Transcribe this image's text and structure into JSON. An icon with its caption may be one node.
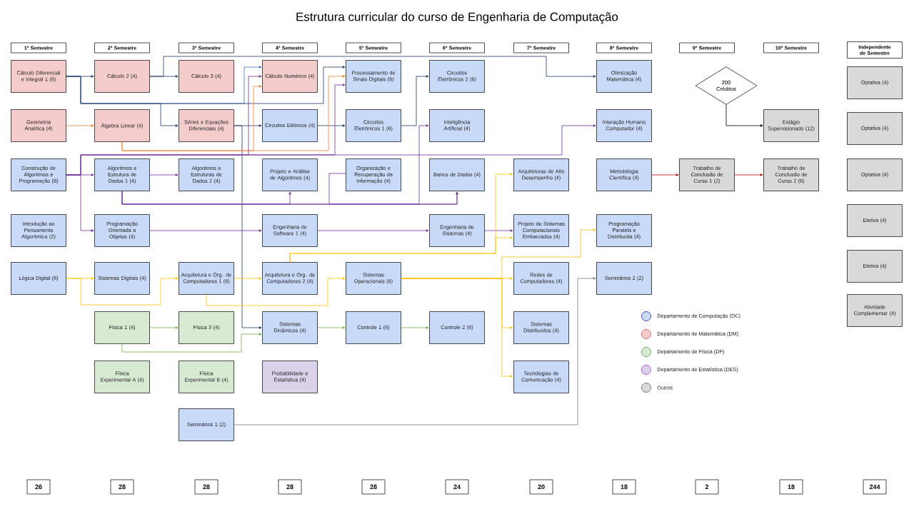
{
  "diagram": {
    "title": "Estrutura curricular do curso de Engenharia de Computação",
    "nodes": [
      {
        "text": [
          "1º Semestre"
        ]
      },
      {
        "text": [
          "2º Semestre"
        ]
      },
      {
        "text": [
          "3º Semestre"
        ]
      },
      {
        "text": [
          "4º Semestre"
        ]
      },
      {
        "text": [
          "5º Semestre"
        ]
      },
      {
        "text": [
          "6º Semestre"
        ]
      },
      {
        "text": [
          "7º Semestre"
        ]
      },
      {
        "text": [
          "8º Semestre"
        ]
      },
      {
        "text": [
          "9º Semestre"
        ]
      },
      {
        "text": [
          "10º Semestre"
        ]
      },
      {
        "text": [
          "Independente de Semestre"
        ]
      },
      {
        "text": [
          "Cálculo Diferencial e Integral 1 (6)"
        ]
      },
      {
        "text": [
          "Geometria Analítica (4)"
        ]
      },
      {
        "text": [
          "Construção de Algoritmos e Programação (8)"
        ]
      },
      {
        "text": [
          "Introdução ao Pensamento Algorítmico (2)"
        ]
      },
      {
        "text": [
          "Lógica Digital (6)"
        ]
      },
      {
        "text": [
          "Cálculo 2 (4)"
        ]
      },
      {
        "text": [
          "Álgebra Linear (4)"
        ]
      },
      {
        "text": [
          "Algoritmos e Estrutura de Dados 1 (4)"
        ]
      },
      {
        "text": [
          "Programação Orientada a Objetos (4)"
        ]
      },
      {
        "text": [
          "Sistemas Digitais (4)"
        ]
      },
      {
        "text": [
          "Física 1 (4)"
        ]
      },
      {
        "text": [
          "Física Experimental A (4)"
        ]
      },
      {
        "text": [
          "Cálculo 3 (4)"
        ]
      },
      {
        "text": [
          "Séries e Equações Diferenciais (4)"
        ]
      },
      {
        "text": [
          "Algoritmos e Estruturas de Dados 2 (4)"
        ]
      },
      {
        "text": [
          "Arquitetura e Org. de Computadores 1 (6)"
        ]
      },
      {
        "text": [
          "Física 3 (4)"
        ]
      },
      {
        "text": [
          "Física Experimental B (4)"
        ]
      },
      {
        "text": [
          "Seminários 1 (2)"
        ]
      },
      {
        "text": [
          "Cálculo Numérico (4)"
        ]
      },
      {
        "text": [
          "Circuitos Elétricos (4)"
        ]
      },
      {
        "text": [
          "Projeto e Análise de Algoritmos (4)"
        ]
      },
      {
        "text": [
          "Engenharia de Software 1 (4)"
        ]
      },
      {
        "text": [
          "Arquitetura e Org. de Computadores 2 (4)"
        ]
      },
      {
        "text": [
          "Sistemas Dinâmicos (4)"
        ]
      },
      {
        "text": [
          "Probabilidade e Estatística (4)"
        ]
      },
      {
        "text": [
          "Processamento de Sinais Digitais (6)"
        ]
      },
      {
        "text": [
          "Circuitos Eletrônicos 1 (6)"
        ]
      },
      {
        "text": [
          "Organização e Recuperação da Informação (4)"
        ]
      },
      {
        "text": [
          "Sistemas Operacionais (6)"
        ]
      },
      {
        "text": [
          "Controle 1 (6)"
        ]
      },
      {
        "text": [
          "Circuitos Eletrônicos 2 (6)"
        ]
      },
      {
        "text": [
          "Inteligência Artificial (4)"
        ]
      },
      {
        "text": [
          "Banco de Dados (4)"
        ]
      },
      {
        "text": [
          "Engenharia de Sistemas (4)"
        ]
      },
      {
        "text": [
          "Controle 2 (6)"
        ]
      },
      {
        "text": [
          "Arquiteturas de Alto Desempenho (4)"
        ]
      },
      {
        "text": [
          "Projeto de Sistemas Computacionais Embarcados (4)"
        ]
      },
      {
        "text": [
          "Redes de Computadores (4)"
        ]
      },
      {
        "text": [
          "Sistemas Distribuídos (4)"
        ]
      },
      {
        "text": [
          "Tecnologias de Comunicação (4)"
        ]
      },
      {
        "text": [
          "Otimização Matemática (4)"
        ]
      },
      {
        "text": [
          "Interação Humano Computador (4)"
        ]
      },
      {
        "text": [
          "Metodologia Científica (4)"
        ]
      },
      {
        "text": [
          "Programação Paralela e Distribuída (4)"
        ]
      },
      {
        "text": [
          "Seminários 2 (2)"
        ]
      },
      {
        "text": [
          "200 Créditos"
        ]
      },
      {
        "text": [
          "Trabalho de Conclusão de Curso 1 (2)"
        ]
      },
      {
        "text": [
          "Estágio Supervisionado (12)"
        ]
      },
      {
        "text": [
          "Trabalho de Conclusão de Curso 2 (6)"
        ]
      },
      {
        "text": [
          "Optativa (4)"
        ]
      },
      {
        "text": [
          "Optativa (4)"
        ]
      },
      {
        "text": [
          "Optativa (4)"
        ]
      },
      {
        "text": [
          "Eletiva (4)"
        ]
      },
      {
        "text": [
          "Eletiva (4)"
        ]
      },
      {
        "text": [
          "Atividade Complementar (4)"
        ]
      },
      {
        "text": [
          "26"
        ]
      },
      {
        "text": [
          "28"
        ]
      },
      {
        "text": [
          "28"
        ]
      },
      {
        "text": [
          "28"
        ]
      },
      {
        "text": [
          "28"
        ]
      },
      {
        "text": [
          "24"
        ]
      },
      {
        "text": [
          "20"
        ]
      },
      {
        "text": [
          "18"
        ]
      },
      {
        "text": [
          "2"
        ]
      },
      {
        "text": [
          "18"
        ]
      },
      {
        "text": [
          "244"
        ]
      }
    ],
    "edges": [
      {
        "from": 11,
        "to": 16,
        "arrow": "to",
        "color": "#1f3864"
      },
      {
        "from": 11,
        "to": 24,
        "arrow": "to",
        "color": "#1f3864"
      },
      {
        "from": 11,
        "to": 30,
        "arrow": "to",
        "color": "#4472c4"
      },
      {
        "from": 11,
        "to": 37,
        "arrow": "to",
        "color": "#1f3864"
      },
      {
        "from": 16,
        "to": 23,
        "arrow": "to",
        "color": "#1f3864"
      },
      {
        "from": 16,
        "to": 52,
        "arrow": "to",
        "color": "#1f3864"
      },
      {
        "from": 24,
        "to": 31,
        "arrow": "to",
        "color": "#1f3864"
      },
      {
        "from": 24,
        "to": 35,
        "arrow": "to",
        "color": "#1f3864"
      },
      {
        "from": 31,
        "to": 38,
        "arrow": "to",
        "color": "#1f3864"
      },
      {
        "from": 38,
        "to": 42,
        "arrow": "to",
        "color": "#1f3864"
      },
      {
        "from": 12,
        "to": 17,
        "arrow": "to",
        "color": "#ed7d31"
      },
      {
        "from": 17,
        "to": 30,
        "arrow": "to",
        "color": "#ed7d31"
      },
      {
        "from": 17,
        "to": 37,
        "arrow": "to",
        "color": "#ed7d31"
      },
      {
        "from": 13,
        "to": 18,
        "arrow": "to"
      },
      {
        "from": 13,
        "to": 19,
        "arrow": "to"
      },
      {
        "from": 13,
        "to": 30,
        "arrow": "to"
      },
      {
        "from": 13,
        "to": 37,
        "arrow": "to"
      },
      {
        "from": 13,
        "to": 53,
        "arrow": "to"
      },
      {
        "from": 18,
        "to": 25,
        "arrow": "to"
      },
      {
        "from": 18,
        "to": 32,
        "arrow": "to"
      },
      {
        "from": 18,
        "to": 43,
        "arrow": "to"
      },
      {
        "from": 18,
        "to": 44,
        "arrow": "to"
      },
      {
        "from": 39,
        "to": 44,
        "arrow": "to"
      },
      {
        "from": 19,
        "to": 33,
        "arrow": "to"
      },
      {
        "from": 33,
        "to": 45,
        "arrow": "to"
      },
      {
        "from": 45,
        "to": 48,
        "arrow": "to"
      },
      {
        "from": 15,
        "to": 20,
        "arrow": "to",
        "color": "#ffc000"
      },
      {
        "from": 15,
        "to": 26,
        "arrow": "to",
        "color": "#ffc000"
      },
      {
        "from": 26,
        "to": 34,
        "arrow": "to",
        "color": "#ffc000"
      },
      {
        "from": 26,
        "to": 40,
        "arrow": "to",
        "color": "#ffc000"
      },
      {
        "from": 34,
        "to": 47,
        "arrow": "to",
        "color": "#ffc000"
      },
      {
        "from": 34,
        "to": 48,
        "arrow": "to",
        "color": "#ffc000"
      },
      {
        "from": 40,
        "to": 49,
        "arrow": "to",
        "color": "#ffc000"
      },
      {
        "from": 40,
        "to": 50,
        "arrow": "to",
        "color": "#ffc000"
      },
      {
        "from": 40,
        "to": 51,
        "arrow": "to",
        "color": "#ffc000"
      },
      {
        "from": 40,
        "to": 55,
        "arrow": "to",
        "color": "#ffc000"
      },
      {
        "from": 21,
        "to": 27,
        "arrow": "to",
        "color": "#70ad47"
      },
      {
        "from": 21,
        "to": 35,
        "arrow": "to",
        "color": "#70ad47"
      },
      {
        "from": 35,
        "to": 41,
        "arrow": "to",
        "color": "#70ad47"
      },
      {
        "from": 41,
        "to": 46,
        "arrow": "to",
        "color": "#70ad47"
      },
      {
        "from": 29,
        "to": 56,
        "arrow": "to",
        "color": "#7f7f7f"
      },
      {
        "from": 57,
        "to": 59,
        "arrow": "to",
        "color": "#000000"
      },
      {
        "from": 54,
        "to": 58,
        "arrow": "to",
        "color": "#c00000"
      },
      {
        "from": 58,
        "to": 60,
        "arrow": "to",
        "color": "#c00000"
      }
    ],
    "legend": [
      {
        "text": "Departamento de Computação (DC)",
        "color": "#c9daf8"
      },
      {
        "text": "Departamento de Matemática (DM)",
        "color": "#f4cccc"
      },
      {
        "text": "Departamento de Física (DF)",
        "color": "#d9ead3"
      },
      {
        "text": "Departamento de Estatística (DES)",
        "color": "#d9d2e9"
      },
      {
        "text": "Outros",
        "color": "#d9d9d9"
      }
    ]
  }
}
